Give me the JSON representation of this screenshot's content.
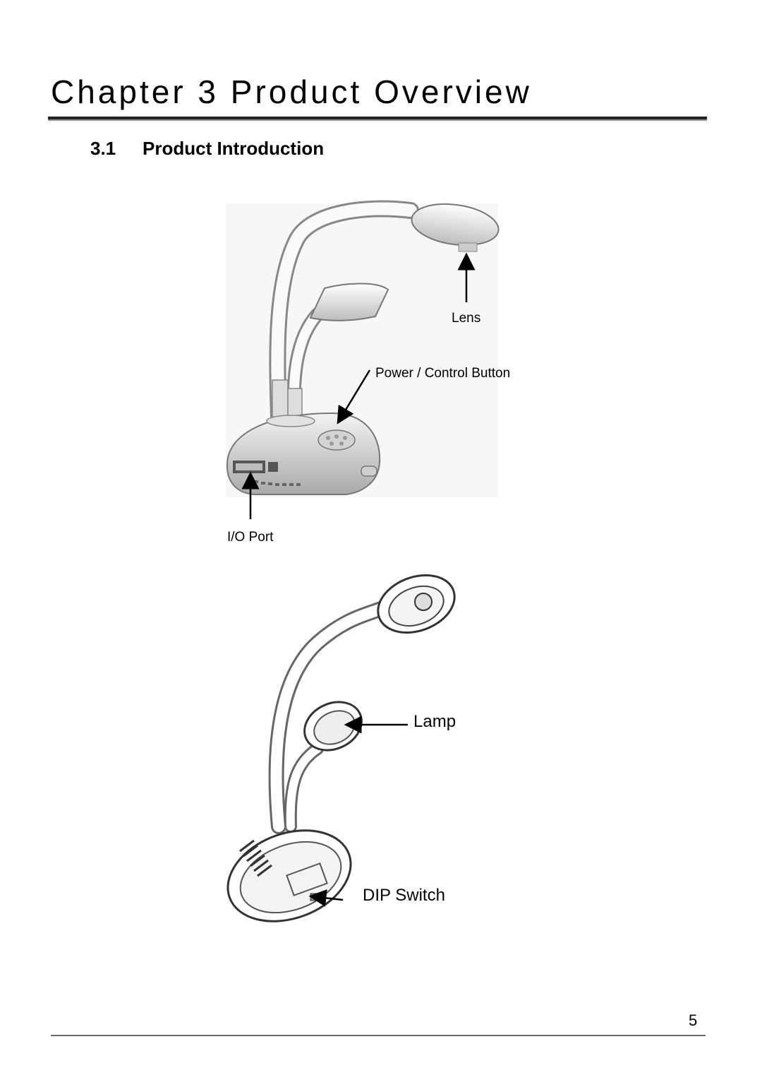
{
  "header": {
    "chapter_title": "Chapter 3 Product Overview"
  },
  "section": {
    "number": "3.1",
    "title": "Product Introduction"
  },
  "figure_top": {
    "labels": {
      "lens": "Lens",
      "power_control": "Power / Control Button",
      "io_port": "I/O Port"
    }
  },
  "figure_bottom": {
    "labels": {
      "lamp": "Lamp",
      "dip_switch": "DIP Switch"
    }
  },
  "footer": {
    "page_number": "5"
  }
}
